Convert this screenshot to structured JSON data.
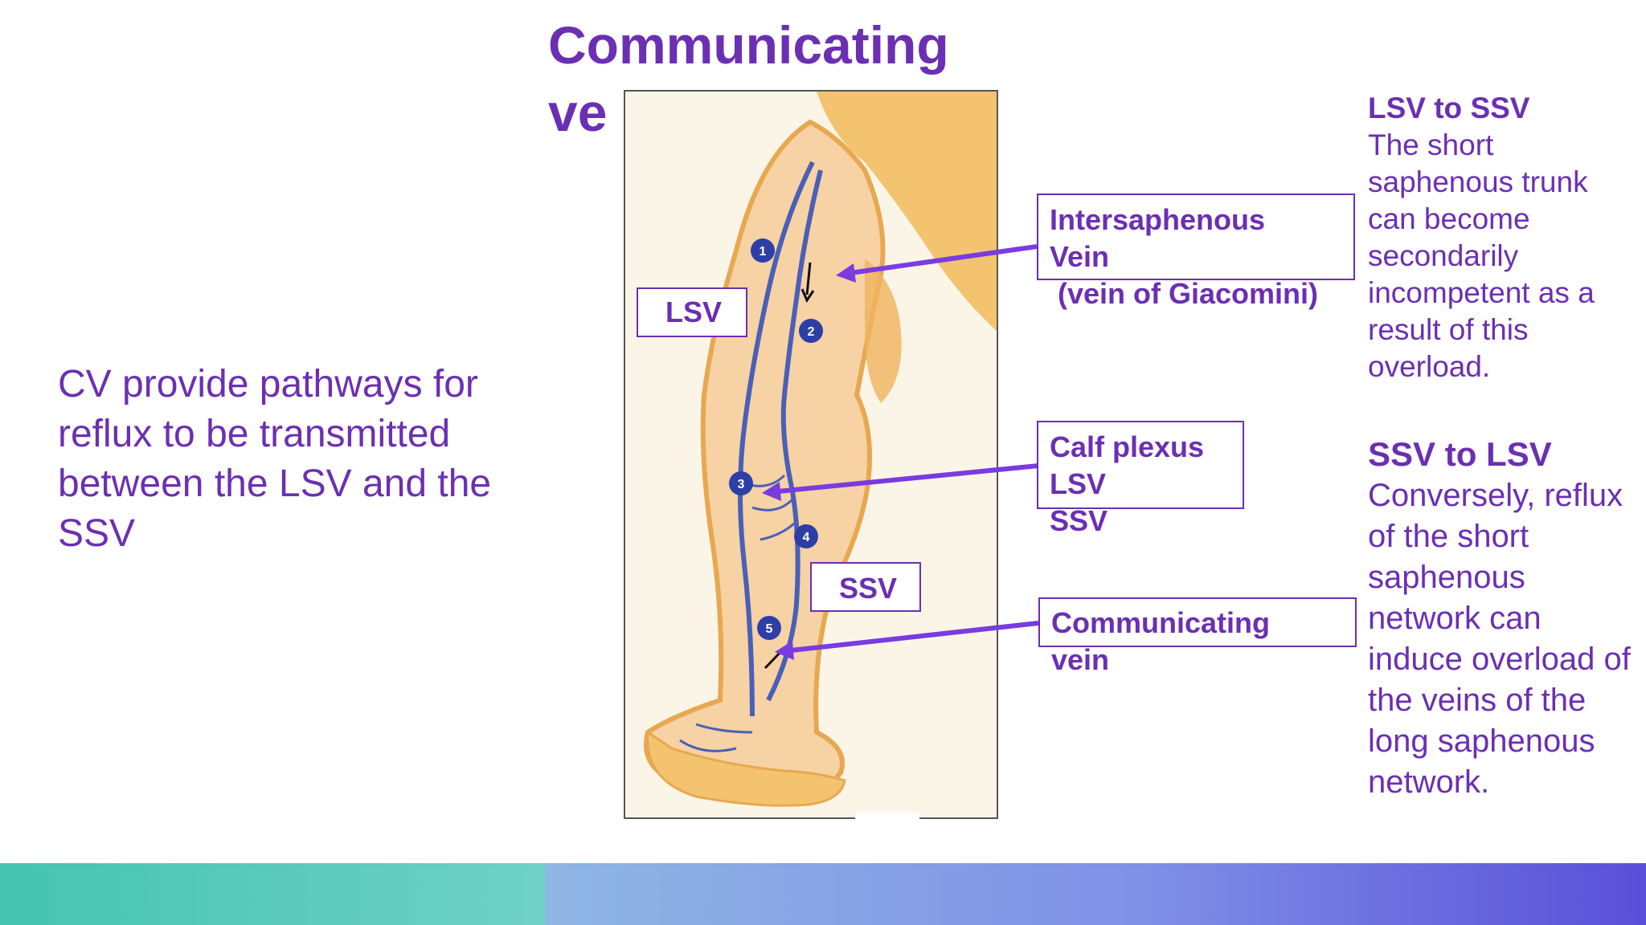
{
  "slide": {
    "title": "Communicating ve",
    "left_text": "CV provide pathways for reflux to be transmitted between the LSV and the SSV"
  },
  "figure": {
    "markers": [
      "1",
      "2",
      "3",
      "4",
      "5"
    ],
    "labels": {
      "lsv": "LSV",
      "ssv": "SSV",
      "intersaphenous": "Intersaphenous\nVein\n (vein of Giacomini)",
      "calf_plexus": "Calf plexus\nLSV\nSSV",
      "communicating": "Communicating\nvein"
    }
  },
  "right": {
    "lsv_to_ssv": {
      "heading": "LSV to SSV",
      "body": "The short saphenous trunk can become secondarily incompetent as a result of this overload."
    },
    "ssv_to_lsv": {
      "heading": "SSV to LSV",
      "body": "Conversely, reflux of the short saphenous network can induce overload of the veins of the long saphenous network."
    }
  },
  "colors": {
    "accent": "#6b2fb3",
    "arrow": "#7a3be0",
    "vein": "#3d4fa8",
    "skin": "#f5c98a",
    "band_left": "#45c4b0",
    "band_right": "#5a4fd8"
  }
}
